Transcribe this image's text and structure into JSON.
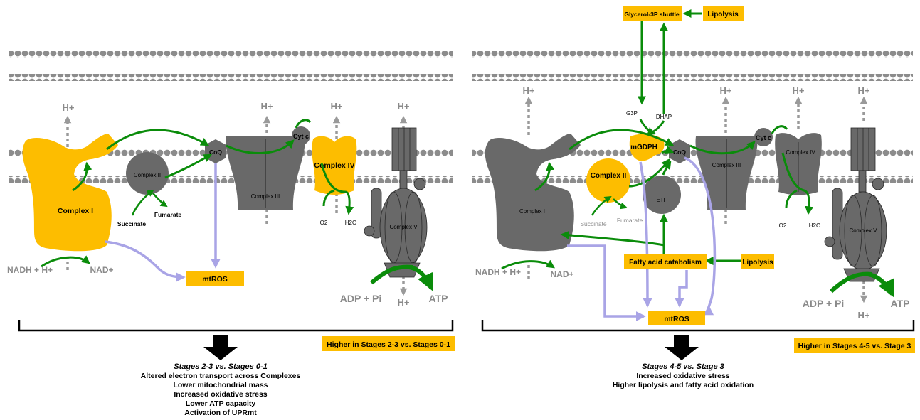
{
  "panels": [
    {
      "proton": "H+",
      "complexes": {
        "complex_1": "Complex I",
        "complex_2": "Complex II",
        "complex_3": "Complex III",
        "complex_4": "Complex IV",
        "complex_5": "Complex V",
        "coq": "CoQ",
        "cytc": "Cyt c"
      },
      "metabolites": {
        "succinate": "Succinate",
        "fumarate": "Fumarate",
        "o2": "O2",
        "h2o": "H2O",
        "nadh": "NADH + H+",
        "nad": "NAD+",
        "adp": "ADP + Pi",
        "atp": "ATP"
      },
      "mtros": "mtROS",
      "comparison_label": "Higher in Stages 2-3 vs. Stages 0-1",
      "conclusion_title": "Stages 2-3 vs. Stages 0-1",
      "conclusions": [
        "Altered electron transport across Complexes",
        "Lower mitochondrial mass",
        "Increased oxidative stress",
        "Lower ATP capacity",
        "Activation of UPRmt"
      ]
    },
    {
      "proton": "H+",
      "complexes": {
        "complex_1": "Complex I",
        "complex_2": "Complex II",
        "complex_3": "Complex III",
        "complex_4": "Complex IV",
        "complex_5": "Complex V",
        "coq": "CoQ",
        "cytc": "Cyt c",
        "mgdph": "mGDPH",
        "etf": "ETF"
      },
      "metabolites": {
        "succinate": "Succinate",
        "fumarate": "Fumarate",
        "o2": "O2",
        "h2o": "H2O",
        "nadh": "NADH + H+",
        "nad": "NAD+",
        "adp": "ADP + Pi",
        "atp": "ATP",
        "g3p": "G3P",
        "dhap": "DHAP"
      },
      "shuttle": "Glycerol-3P shuttle",
      "lipolysis": "Lipolysis",
      "fatty_acid": "Fatty acid catabolism",
      "mtros": "mtROS",
      "comparison_label": "Higher in Stages 4-5 vs. Stage 3",
      "conclusion_title": "Stages 4-5 vs. Stage 3",
      "conclusions": [
        "Increased oxidative stress",
        "Higher lipolysis and fatty acid oxidation"
      ]
    }
  ],
  "colors": {
    "highlight": "#FDBD00",
    "complex_gray": "#696969",
    "membrane": "#8C8C8C",
    "electron_arrow": "#0A8C0A",
    "ros_arrow": "#A9A4E6",
    "proton_arrow": "#9A9A9A"
  }
}
